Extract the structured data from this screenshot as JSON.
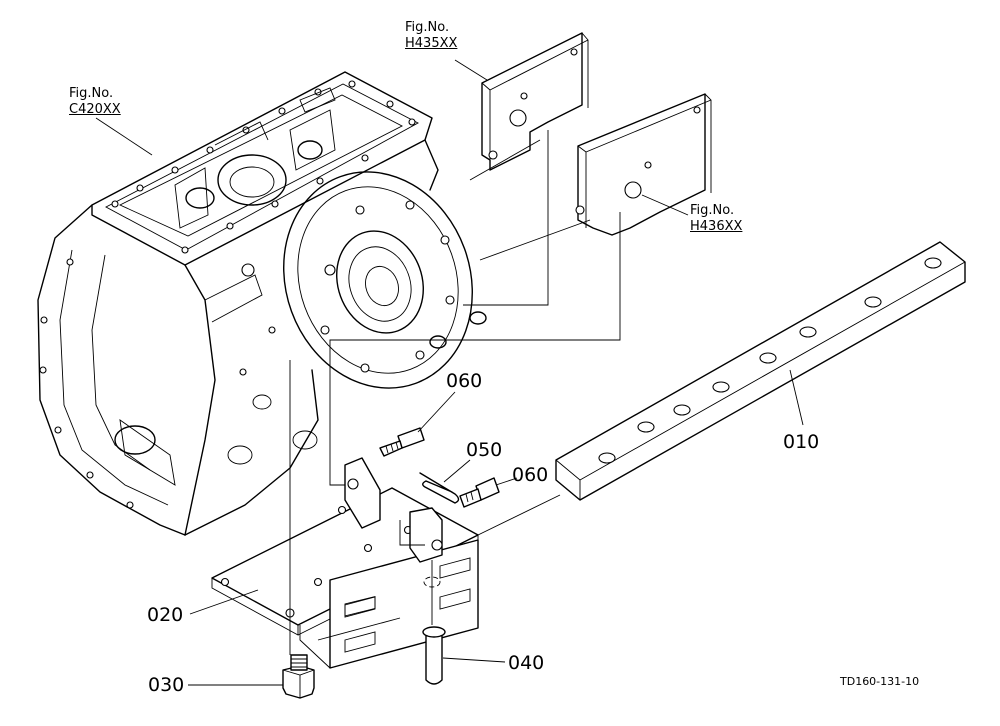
{
  "figure_refs": [
    {
      "prefix": "Fig.No.",
      "code": "C420XX"
    },
    {
      "prefix": "Fig.No.",
      "code": "H435XX"
    },
    {
      "prefix": "Fig.No.",
      "code": "H436XX"
    }
  ],
  "parts": [
    "010",
    "020",
    "030",
    "040",
    "050",
    "060",
    "060"
  ],
  "drawing_id": "TD160-131-10"
}
